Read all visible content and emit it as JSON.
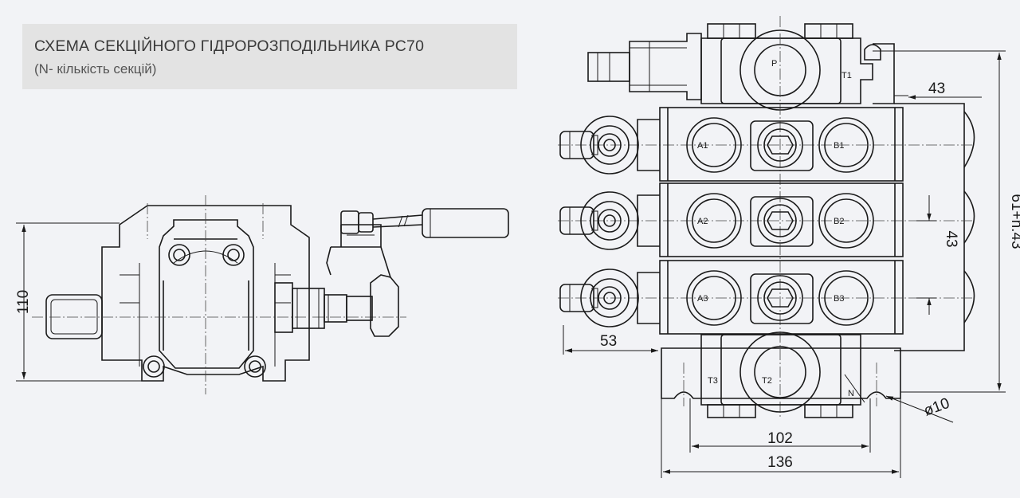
{
  "header": {
    "title": "СХЕМА СЕКЦІЙНОГО ГІДРОРОЗПОДІЛЬНИКА РС70",
    "subtitle": "(N- кількість секцій)"
  },
  "side_view": {
    "height_dim": "110"
  },
  "front_view": {
    "inlet_port": "P",
    "inlet_tank_port": "T1",
    "sections": [
      {
        "a_port": "A1",
        "b_port": "B1"
      },
      {
        "a_port": "A2",
        "b_port": "B2"
      },
      {
        "a_port": "A3",
        "b_port": "B3"
      }
    ],
    "outlet_ports": [
      "T3",
      "T2"
    ],
    "n_label": "N",
    "dims": {
      "right_offset": "43",
      "section_pitch": "43",
      "total_height": "61+n.43",
      "spool_offset": "53",
      "mount_spacing": "102",
      "total_width": "136",
      "hole_diameter": "ø10"
    }
  }
}
